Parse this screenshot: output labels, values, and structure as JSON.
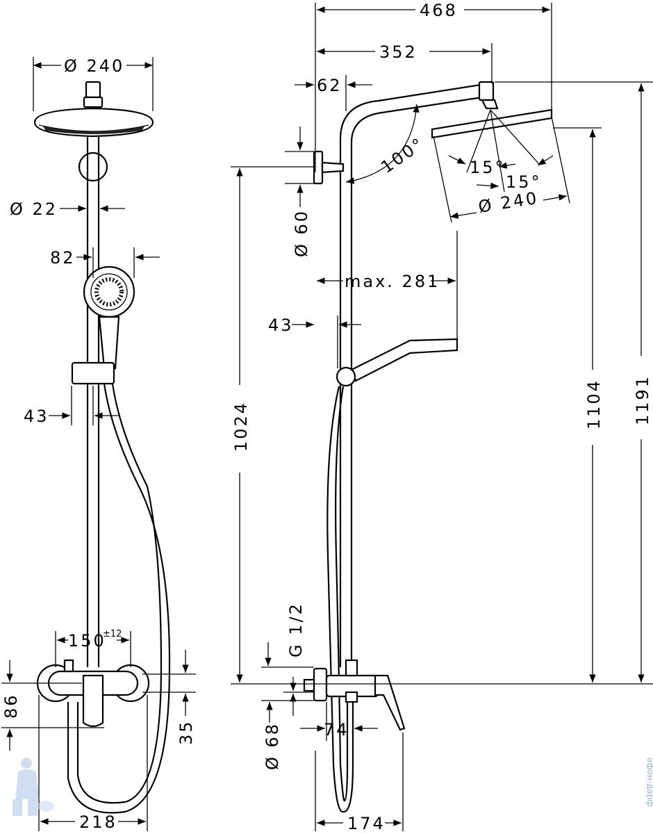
{
  "dimensions": {
    "d_240_top": "Ø 240",
    "d_22": "Ø 22",
    "d_82": "82",
    "d_43_left": "43",
    "d_150": "150",
    "d_150_tol": "±12",
    "d_86": "86",
    "d_35": "35",
    "d_218": "218",
    "d_468": "468",
    "d_352": "352",
    "d_62": "62",
    "d_100deg": "100°",
    "d_15deg_a": "15°",
    "d_15deg_b": "15°",
    "d_240_side": "Ø 240",
    "d_60": "Ø 60",
    "d_max281": "max. 281",
    "d_43_side": "43",
    "d_1024": "1024",
    "d_1104": "1104",
    "d_1191": "1191",
    "d_g12": "G 1/2",
    "d_68": "Ø 68",
    "d_74": "74",
    "d_174": "174"
  },
  "watermark": "афон-дарф"
}
